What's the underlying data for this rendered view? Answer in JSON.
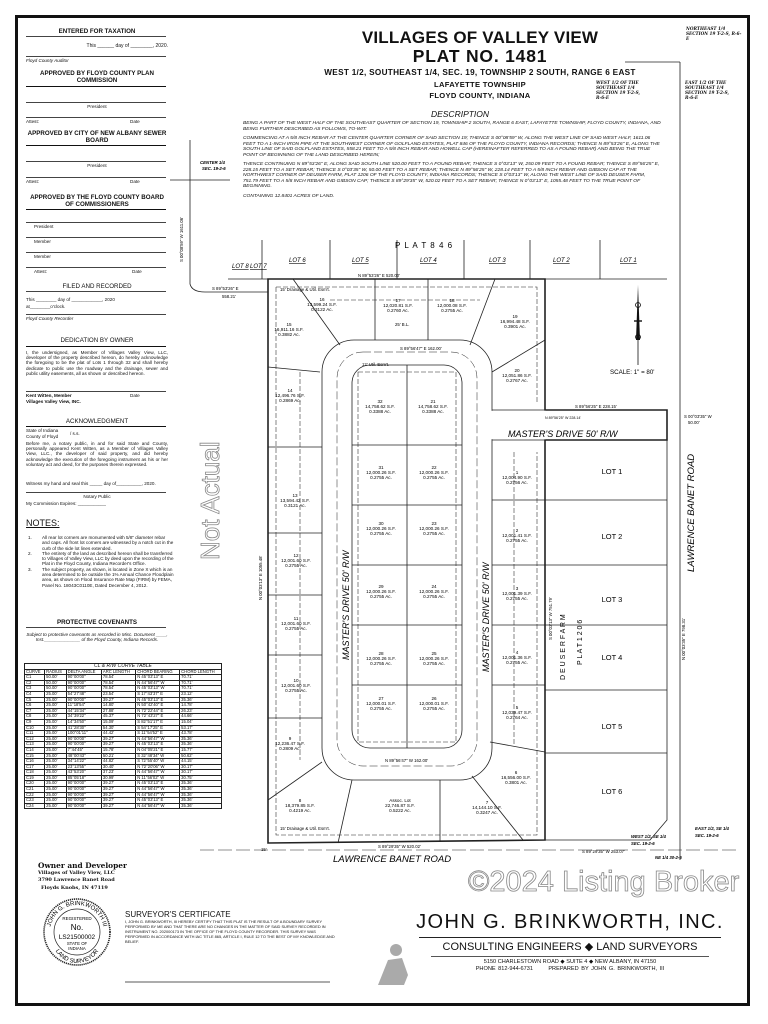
{
  "watermarks": {
    "top": "Not Actual",
    "bottom": "©2024 Listing Broker"
  },
  "header": {
    "title": "VILLAGES OF VALLEY VIEW",
    "plat_no": "PLAT NO. 1481",
    "location": "WEST 1/2, SOUTHEAST 1/4, SEC. 19, TOWNSHIP 2 SOUTH, RANGE 6 EAST",
    "township": "LAFAYETTE TOWNSHIP",
    "county": "FLOYD COUNTY, INDIANA"
  },
  "section_diagram": {
    "ne": "NORTHEAST 1/4 SECTION 19 T-2-S, R-6-E",
    "w_half": "WEST 1/2 OF THE SOUTHEAST 1/4 SECTION 19 T-2-S, R-6-E",
    "e_half": "EAST 1/2 OF THE SOUTHEAST 1/4 SECTION 19 T-2-S, R-6-E"
  },
  "description": {
    "heading": "DESCRIPTION",
    "paragraphs": [
      "BEING A PART OF THE WEST HALF OF THE SOUTHEAST QUARTER OF SECTION 19, TOWNSHIP 2 SOUTH, RANGE 6 EAST, LAFAYETTE TOWNSHIP, FLOYD COUNTY, INDIANA, AND BEING FURTHER DESCRIBED AS FOLLOWS, TO-WIT:",
      "COMMENCING AT A 5/8 INCH REBAR AT THE CENTER QUARTER CORNER OF SAID SECTION 19; THENCE S 00°08'59\" W, ALONG THE WEST LINE OF SAID WEST HALF, 1611.06 FEET TO A 1-INCH IRON PIPE AT THE SOUTHWEST CORNER OF GOLFLAND ESTATES, PLAT 846 OF THE FLOYD COUNTY, INDIANA RECORDS; THENCE N 89°53'26\" E, ALONG THE SOUTH LINE OF SAID GOLFLAND ESTATES, 558.21 FEET TO A 5/8 INCH REBAR AND HOWELL CAP (HEREINAFTER REFERRED TO AS A FOUND REBAR) AND BEING THE TRUE POINT OF BEGINNING OF THE LAND DESCRIBED HEREIN;",
      "THENCE CONTINUING N 89°53'26\" E, ALONG SAID SOUTH LINE 520.00 FEET TO A FOUND REBAR; THENCE S 0°03'13\" W, 250.09 FEET TO A FOUND REBAR; THENCE S 89°56'25\" E, 228.15 FEET TO A SET REBAR; THENCE S 0°03'35\" W, 50.00 FEET TO A SET REBAR; THENCE N 89°56'25\" W, 228.14 FEET TO A 5/8 INCH REBAR AND GIBSON CAP AT THE NORTHWEST CORNER OF DEUSER FARM, PLAT 1206 OF THE FLOYD COUNTY, INDIANA RECORDS; THENCE S 0°03'13\" W, ALONG THE WEST LINE OF SAID DEUSER FARM, 751.79 FEET TO A 5/8 INCH REBAR AND GIBSON CAP; THENCE S 89°29'35\" W, 520.02 FEET TO A SET REBAR; THENCE N 0°03'13\" E, 1055.48 FEET TO THE TRUE POINT OF BEGINNING.",
      "CONTAINING 12.8401 ACRES OF LAND."
    ]
  },
  "left": {
    "taxation": {
      "heading": "ENTERED FOR TAXATION",
      "line": "This ______ day of ________, 2020.",
      "signer": "Floyd County Auditor"
    },
    "plan_commission": {
      "heading": "APPROVED BY FLOYD COUNTY PLAN COMMISSION",
      "president": "President",
      "attest": "Attest:",
      "date": "Date"
    },
    "sewer_board": {
      "heading": "APPROVED BY CITY OF NEW ALBANY SEWER BOARD",
      "president": "President",
      "attest": "Attest:",
      "date": "Date"
    },
    "commissioners": {
      "heading": "APPROVED BY THE FLOYD COUNTY BOARD OF COMMISSIONERS",
      "president": "President",
      "member1": "Member",
      "member2": "Member",
      "attest": "Attest:",
      "date": "Date"
    },
    "filed": {
      "heading": "FILED AND RECORDED",
      "line1": "This ________ day of ____________, 2020",
      "line2": "at________o'clock.",
      "signer": "Floyd County Recorder"
    },
    "dedication": {
      "heading": "DEDICATION BY OWNER",
      "text": "I, the undersigned, as Member of Villages Valley View, LLC, developer of the property described hereon, do hereby acknowledge the foregoing to be the plat of Lots 1 through 32 and shall hereby dedicate to public use the roadway and the drainage, sewer and public utility easements, all as shown or described hereon.",
      "signer": "Kent Witten, Member",
      "company": "Villages Valley View, INC.",
      "date": "Date"
    },
    "acknowledgment": {
      "heading": "ACKNOWLEDGMENT",
      "state": "State of Indiana",
      "county": "County of Floyd",
      "ss": "/ s.s.",
      "text": "Before me, a notary public, in and for said State and County, personally appeared Kent Witten, as a Member of Villages Valley View, LLC., the developer of said property, and did hereby acknowledge the execution of the foregoing instrument as his or her voluntary act and deed, for the purposes therein expressed.",
      "witness": "Witness my hand and seal this _____ day of__________, 2020.",
      "notary": "Notary Public",
      "expires": "My Commission Expires: ___________"
    },
    "notes": {
      "heading": "NOTES:",
      "items": [
        "All rear lot corners are monumented with 5/8\" diameter rebar and caps. All front lot corners are witnessed by a notch cut in the curb of the side lot lines extended.",
        "The entirety of the land as described hereon shall be transferred to Villages of Valley View, LLC by deed upon the recording of the Plat in the Floyd County, Indiana Recorder's Office.",
        "The subject property, as shown, is located in Zone X which is an area determined to be outside the 1% Annual Chance Floodplain area, as shown on Flood Insurance Rate Map (FIRM) by FEMA, Panel No. 18043C0110E, Dated December 4, 2012."
      ]
    },
    "covenants": {
      "heading": "PROTECTIVE COVENANTS",
      "text": "Subject to protective covenants as recorded in Misc. Document ____, Inst.______________ of the Floyd County, Indiana Records."
    }
  },
  "curve_table": {
    "title": "CL & R/W CURVE TABLE",
    "columns": [
      "CURVE",
      "RADIUS",
      "DELTA ANGLE",
      "ARC LENGTH",
      "CHORD BEARING",
      "CHORD LENGTH"
    ],
    "rows": [
      [
        "C1",
        "50.00'",
        "90°00'00\"",
        "78.54'",
        "N 45°03'13\" E",
        "70.71'"
      ],
      [
        "C2",
        "50.00'",
        "90°00'00\"",
        "78.54'",
        "N 44°56'47\" W",
        "70.71'"
      ],
      [
        "C3",
        "50.00'",
        "90°00'00\"",
        "78.54'",
        "N 45°03'13\" W",
        "70.71'"
      ],
      [
        "C4",
        "25.00'",
        "54°27'48\"",
        "23.54'",
        "S 17°43'37\" E",
        "23.12'"
      ],
      [
        "C5",
        "25.00'",
        "90°00'00\"",
        "39.27'",
        "N 45°03'13\" E",
        "35.36'"
      ],
      [
        "C6",
        "25.00'",
        "11°18'54\"",
        "14.80'",
        "N 50°42'40\" E",
        "14.78'"
      ],
      [
        "C7",
        "25.00'",
        "44°15'34\"",
        "27.88'",
        "N 72°22'44\" E",
        "26.23'"
      ],
      [
        "C8",
        "25.00'",
        "34°39'22\"",
        "45.37'",
        "N 72°43'27\" E",
        "44.66'"
      ],
      [
        "C9",
        "25.00'",
        "14°34'50\"",
        "15.09'",
        "S 82°51'17\" E",
        "15.04'"
      ],
      [
        "C10",
        "25.00'",
        "41°28'30\"",
        "54.30'",
        "S 54°17'25\" E",
        "53.17'"
      ],
      [
        "C11",
        "25.00'",
        "100°01'11\"",
        "44.42'",
        "S 11°54'52\" E",
        "43.78'"
      ],
      [
        "C12",
        "25.00'",
        "90°00'00\"",
        "39.27'",
        "N 44°56'47\" W",
        "35.36'"
      ],
      [
        "C13",
        "25.00'",
        "90°00'00\"",
        "39.27'",
        "N 45°03'13\" E",
        "35.36'"
      ],
      [
        "C14",
        "25.00'",
        "7°44'45\"",
        "15.78'",
        "N 04°05'21\" E",
        "15.77'"
      ],
      [
        "C15",
        "25.00'",
        "48°00'43\"",
        "50.21'",
        "S 32°48'34\" W",
        "50.62'"
      ],
      [
        "C16",
        "25.00'",
        "34°14'22\"",
        "44.82'",
        "S 72°55'40\" W",
        "44.15'"
      ],
      [
        "C17",
        "25.00'",
        "23°13'55\"",
        "30.40'",
        "N 72°20'06\" W",
        "30.17'"
      ],
      [
        "C18",
        "25.00'",
        "43°53'20\"",
        "37.23'",
        "N 44°56'47\" W",
        "30.17'"
      ],
      [
        "C19",
        "25.00'",
        "85°05'18\"",
        "30.99'",
        "N 11°56'02\" W",
        "30.75'"
      ],
      [
        "C20",
        "25.00'",
        "90°00'00\"",
        "39.27'",
        "N 45°03'13\" E",
        "35.36'"
      ],
      [
        "C21",
        "25.00'",
        "90°00'00\"",
        "39.27'",
        "N 44°56'47\" W",
        "35.36'"
      ],
      [
        "C22",
        "25.00'",
        "90°00'00\"",
        "39.27'",
        "N 44°56'47\" W",
        "35.36'"
      ],
      [
        "C23",
        "25.00'",
        "90°00'00\"",
        "39.27'",
        "N 45°03'13\" E",
        "35.36'"
      ],
      [
        "C24",
        "25.00'",
        "90°00'00\"",
        "39.27'",
        "N 44°56'47\" W",
        "35.36'"
      ]
    ]
  },
  "plat": {
    "plat846": "P L A T   8 4 6",
    "north_lots": [
      "LOT 8",
      "LOT 7",
      "LOT 6",
      "LOT 5",
      "LOT 4",
      "LOT 3",
      "LOT 2",
      "LOT 1"
    ],
    "deuser_lots": [
      "LOT 1",
      "LOT 2",
      "LOT 3",
      "LOT 4",
      "LOT 5",
      "LOT 6"
    ],
    "deuser_farm": "D E U S E R   F A R M",
    "plat1206": "P L A T   1 2 0 6",
    "street_main": "MASTER'S DRIVE  50' R/W",
    "road": "LAWRENCE BANET ROAD",
    "scale": "SCALE: 1\" = 80'",
    "center_quarter": "CENTER 1/4",
    "center_sec": "SEC. 19-2-6",
    "west_line": "S 00°08'59\" W   1611.06'",
    "south_line_a": "S 89°53'26\" E",
    "south_line_b": "558.21'",
    "north_line": "N 89°53'26\" E    520.00'",
    "east_jog": "S 89°56'25\" E   228.15'",
    "east_jog2": "N 89°56'25\" W   228.14'",
    "east_jog_s1": "S 00°03'35\" W",
    "east_jog_s2": "50.00'",
    "west_bdry": "N 00°03'13\" E   1055.48'",
    "deuser_line": "S 00°03'13\" W  751.79'",
    "lbr_line": "N 00°03'35\" E  798.31'",
    "south_bdry": "S 89°29'35\" W   520.02'",
    "south_bdry2": "S 89°29'35\" W   253.07'",
    "west_half": "WEST 1/2, SE 1/4",
    "west_half_sec": "SEC. 19-2-6",
    "east_half": "EAST 1/2, SE 1/4",
    "east_half_sec": "SEC. 19-2-6",
    "ne_corner": "NE 1/4 30-2-6",
    "drainage_n": "15' Drainage & Util. Esm't.",
    "drainage_s": "15' Drainage & Util. Esm't.",
    "bl": "25' B.L.",
    "util": "12' Util. Esm't.",
    "loop_n": "S 89°56'47\" E   162.00'",
    "loop_s": "N 89°56'47\" W   162.00'",
    "road_offset": "15'"
  },
  "lots": [
    {
      "num": "15",
      "sf": "16,911.16 S.F.",
      "ac": "0.3882 Ac."
    },
    {
      "num": "16",
      "sf": "13,599.24 S.F.",
      "ac": "0.3122 Ac."
    },
    {
      "num": "17",
      "sf": "12,020.81 S.F.",
      "ac": "0.2760 Ac."
    },
    {
      "num": "18",
      "sf": "12,000.08 S.F.",
      "ac": "0.2755 Ac."
    },
    {
      "num": "19",
      "sf": "16,994.48 S.F.",
      "ac": "0.3901 Ac."
    },
    {
      "num": "20",
      "sf": "12,051.86 S.F.",
      "ac": "0.2767 Ac."
    },
    {
      "num": "14",
      "sf": "12,496.76 S.F.",
      "ac": "0.2869 Ac."
    },
    {
      "num": "13",
      "sf": "13,594.42 S.F.",
      "ac": "0.3121 Ac."
    },
    {
      "num": "12",
      "sf": "12,001.60 S.F.",
      "ac": "0.2755 Ac."
    },
    {
      "num": "11",
      "sf": "12,001.60 S.F.",
      "ac": "0.2755 Ac."
    },
    {
      "num": "10",
      "sf": "12,001.60 S.F.",
      "ac": "0.2755 Ac."
    },
    {
      "num": "9",
      "sf": "12,236.47 S.F.",
      "ac": "0.2809 Ac."
    },
    {
      "num": "8",
      "sf": "18,379.85 S.F.",
      "ac": "0.4219 Ac."
    },
    {
      "num": "Assoc. Lot",
      "sf": "22,746.87 S.F.",
      "ac": "0.5222 Ac."
    },
    {
      "num": "7",
      "sf": "14,144.10 S.F.",
      "ac": "0.3247 Ac."
    },
    {
      "num": "6",
      "sf": "16,556.00 S.F.",
      "ac": "0.3801 Ac."
    },
    {
      "num": "5",
      "sf": "12,039.47 S.F.",
      "ac": "0.2764 Ac."
    },
    {
      "num": "4",
      "sf": "12,001.36 S.F.",
      "ac": "0.2755 Ac."
    },
    {
      "num": "3",
      "sf": "12,001.39 S.F.",
      "ac": "0.2755 Ac."
    },
    {
      "num": "2",
      "sf": "12,001.41 S.F.",
      "ac": "0.2755 Ac."
    },
    {
      "num": "1",
      "sf": "12,004.90 S.F.",
      "ac": "0.2756 Ac."
    },
    {
      "num": "32",
      "sf": "14,758.62 S.F.",
      "ac": "0.3388 Ac."
    },
    {
      "num": "21",
      "sf": "14,758.62 S.F.",
      "ac": "0.3388 Ac."
    },
    {
      "num": "31",
      "sf": "12,000.26 S.F.",
      "ac": "0.2755 Ac."
    },
    {
      "num": "22",
      "sf": "12,000.26 S.F.",
      "ac": "0.2755 Ac."
    },
    {
      "num": "30",
      "sf": "12,000.26 S.F.",
      "ac": "0.2755 Ac."
    },
    {
      "num": "23",
      "sf": "12,000.26 S.F.",
      "ac": "0.2755 Ac."
    },
    {
      "num": "29",
      "sf": "12,000.26 S.F.",
      "ac": "0.2755 Ac."
    },
    {
      "num": "24",
      "sf": "12,000.26 S.F.",
      "ac": "0.2755 Ac."
    },
    {
      "num": "28",
      "sf": "12,000.26 S.F.",
      "ac": "0.2755 Ac."
    },
    {
      "num": "25",
      "sf": "12,000.26 S.F.",
      "ac": "0.2755 Ac."
    },
    {
      "num": "27",
      "sf": "12,000.01 S.F.",
      "ac": "0.2755 Ac."
    },
    {
      "num": "26",
      "sf": "12,000.01 S.F.",
      "ac": "0.2755 Ac."
    }
  ],
  "owner": {
    "heading": "Owner and Developer",
    "name": "Villages of Valley View, LLC",
    "address": "3790 Lawrence Banet Road",
    "city": "Floyds Knobs, IN  47119"
  },
  "surveyor": {
    "heading": "SURVEYOR'S CERTIFICATE",
    "text": "I, JOHN G. BRINKWORTH, III HEREBY CERTIFY THAT THIS PLAT IS THE RESULT OF A BOUNDARY SURVEY PERFORMED BY ME AND THAT THERE ARE NO CHANGES IN THE MATTER OF SAID SURVEY RECORDED IN INSTRUMENT NO. 202000173 IN THE OFFICE OF THE FLOYD COUNTY RECORDER. THIS SURVEY WAS PERFORMED IN ACCORDANCE WITH IAC TITLE 865, ARTICLE I, RULE 12 TO THE BEST OF MY KNOWLEDGE AND BELIEF.",
    "seal": {
      "ring_top": "JOHN G. BRINKWORTH III",
      "registered": "REGISTERED",
      "no": "No.",
      "number": "LS21500002",
      "state": "STATE OF",
      "state2": "INDIANA",
      "ring_bottom": "LAND SURVEYOR"
    }
  },
  "company": {
    "name": "JOHN G. BRINKWORTH, INC.",
    "services": "CONSULTING ENGINEERS  ◆ LAND SURVEYORS",
    "address": "5150 CHARLESTOWN ROAD ◆ SUITE 4 ◆ NEW ALBANY, IN 47150",
    "phone": "PHONE 812-944-6731",
    "prepared": "PREPARED BY JOHN G. BRINKWORTH, III"
  }
}
